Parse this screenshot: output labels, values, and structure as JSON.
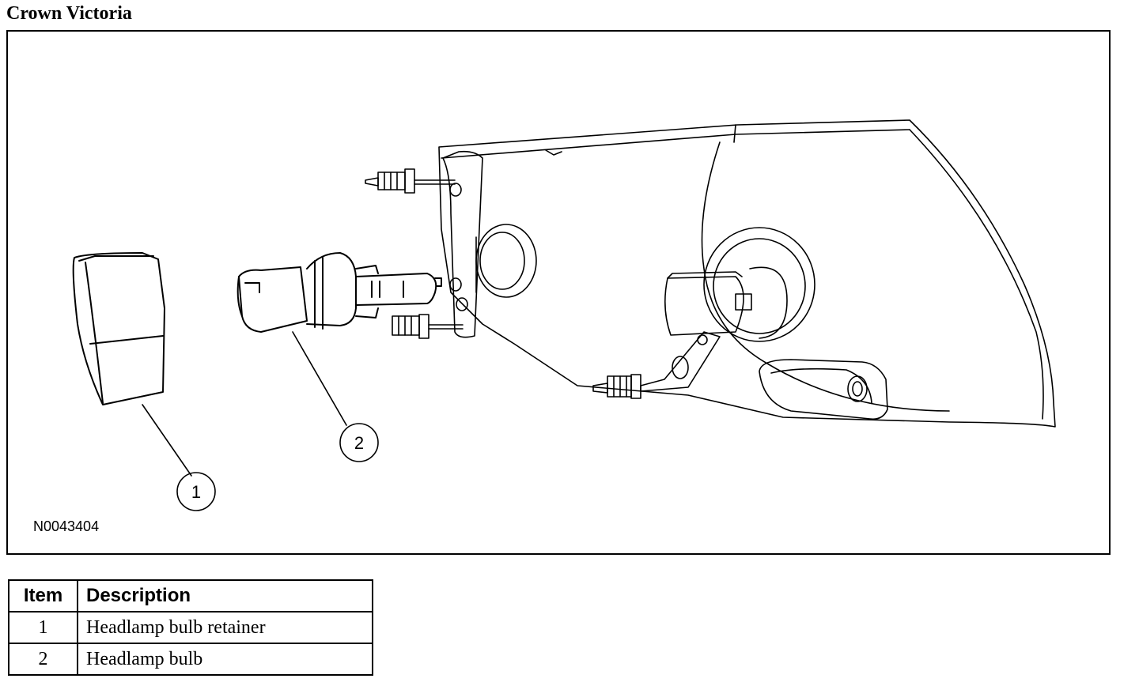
{
  "title": "Crown Victoria",
  "figure": {
    "id": "N0043404",
    "callouts": [
      "1",
      "2"
    ]
  },
  "legend": {
    "headers": {
      "item": "Item",
      "description": "Description"
    },
    "rows": [
      {
        "item": "1",
        "description": "Headlamp bulb retainer"
      },
      {
        "item": "2",
        "description": "Headlamp bulb"
      }
    ]
  }
}
